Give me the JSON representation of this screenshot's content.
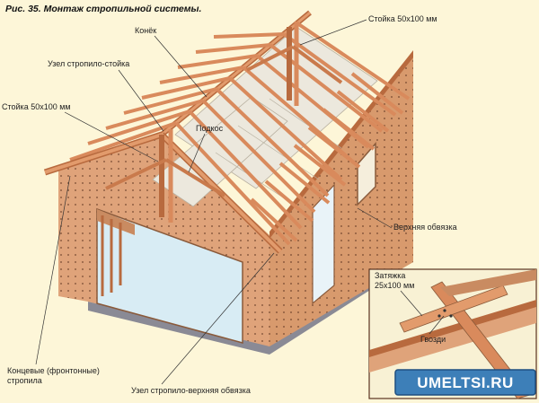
{
  "title": "Рис. 35. Монтаж стропильной системы.",
  "labels": {
    "stoika_top_right": "Стойка 50х100 мм",
    "konek": "Конёк",
    "uzel_stropilo_stoika": "Узел стропило-стойка",
    "stoika_left": "Стойка 50х100 мм",
    "podkos": "Подкос",
    "verkhnyaya_obvyazka": "Верхняя обвязка",
    "konc_line1": "Концевые (фронтонные)",
    "konc_line2": "стропила",
    "uzel_stropilo_obvyazka": "Узел стропило-верхняя обвязка",
    "inset_zatyazhka_line1": "Затяжка",
    "inset_zatyazhka_line2": "25х100 мм",
    "inset_gvozdi": "Гвозди"
  },
  "watermark": "UMELTSI.RU",
  "colors": {
    "background": "#fdf6d8",
    "wood": "#d98a5c",
    "wood_dark": "#b86a3e",
    "wall": "#dfa37a",
    "wall_shade": "#c98b61",
    "sheathing": "#ece8dd",
    "interior": "#d8ecf4",
    "watermark_box": "#3d7fb8"
  }
}
